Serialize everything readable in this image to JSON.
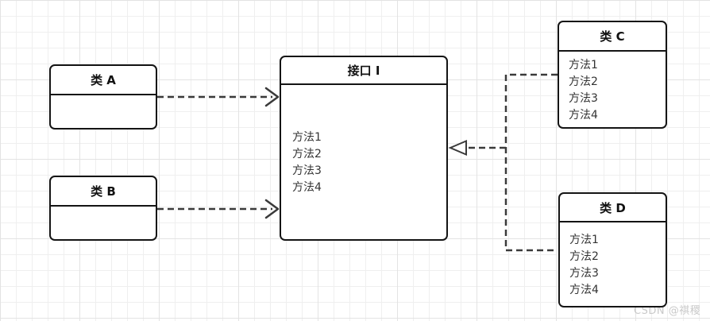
{
  "diagram": {
    "type": "uml-class-diagram",
    "nodes": {
      "class_a": {
        "title": "类 A",
        "methods": []
      },
      "class_b": {
        "title": "类 B",
        "methods": []
      },
      "interface_i": {
        "title": "接口 I",
        "methods": [
          "方法1",
          "方法2",
          "方法3",
          "方法4"
        ]
      },
      "class_c": {
        "title": "类 C",
        "methods": [
          "方法1",
          "方法2",
          "方法3",
          "方法4"
        ]
      },
      "class_d": {
        "title": "类 D",
        "methods": [
          "方法1",
          "方法2",
          "方法3",
          "方法4"
        ]
      }
    },
    "edges": [
      {
        "from": "class_a",
        "to": "interface_i",
        "line": "dashed",
        "arrowhead": "open-arrow"
      },
      {
        "from": "class_b",
        "to": "interface_i",
        "line": "dashed",
        "arrowhead": "open-arrow"
      },
      {
        "from": "class_c",
        "to": "interface_i",
        "line": "dashed",
        "arrowhead": "hollow-triangle"
      },
      {
        "from": "class_d",
        "to": "interface_i",
        "line": "dashed",
        "arrowhead": "hollow-triangle"
      }
    ],
    "colors": {
      "node_fill": "#ffffff",
      "node_border": "#141414",
      "edge_stroke": "#3a3a3a",
      "grid_minor": "#efefef",
      "grid_major": "#e3e3e3",
      "title_text": "#111111",
      "method_text": "#333333",
      "watermark_text": "#c9c9c9"
    }
  },
  "watermark": {
    "text": "CSDN @祺稷"
  }
}
